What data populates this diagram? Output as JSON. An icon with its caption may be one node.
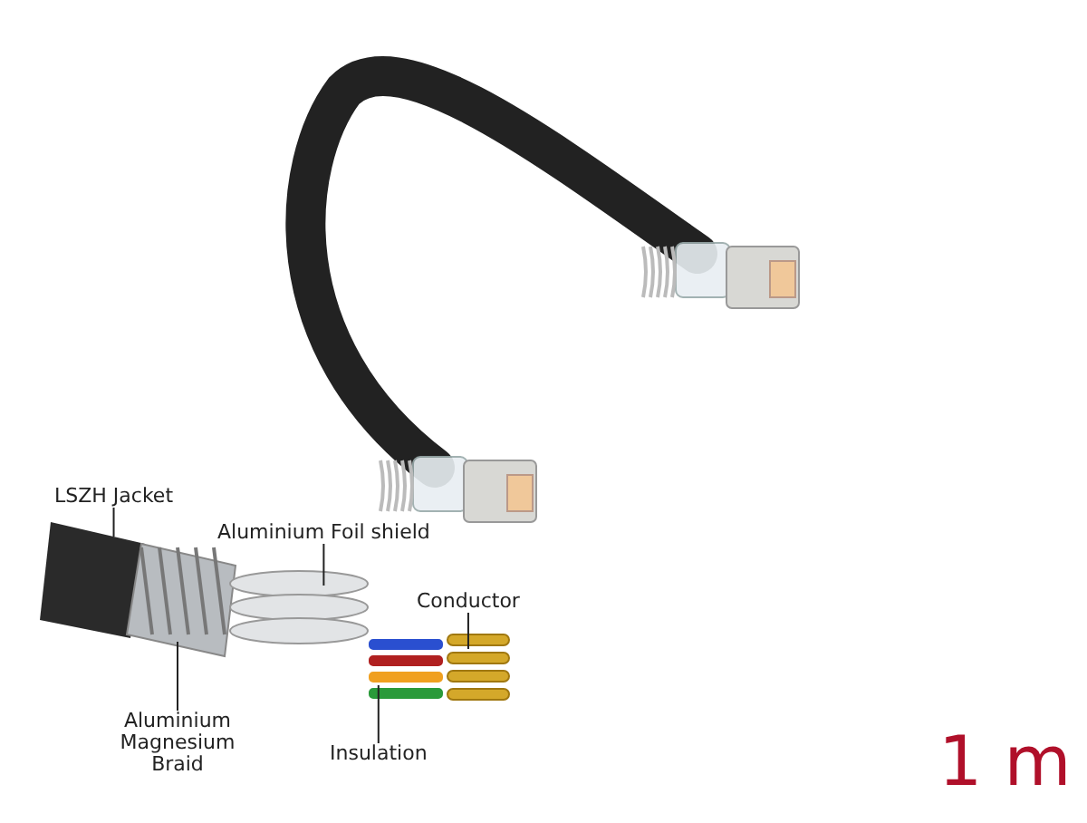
{
  "diagram": {
    "nodes": [
      {
        "text": [
          "LSZH Jacket"
        ]
      },
      {
        "text": [
          "Aluminium Foil shield"
        ]
      },
      {
        "text": [
          "Conductor"
        ]
      },
      {
        "text": [
          "Aluminium Magnesium Braid"
        ]
      },
      {
        "text": [
          "Insulation"
        ]
      },
      {
        "text": [],
        "shape": "picture"
      },
      {
        "text": [],
        "shape": "picture"
      },
      {
        "text": [],
        "shape": "picture"
      },
      {
        "text": [],
        "shape": "picture"
      },
      {
        "text": [],
        "shape": "picture"
      }
    ],
    "edges": [
      {
        "from": 0,
        "to": 5,
        "arrow": "none"
      },
      {
        "from": 1,
        "to": 7,
        "arrow": "none"
      },
      {
        "from": 2,
        "to": 9,
        "arrow": "none"
      },
      {
        "from": 3,
        "to": 6,
        "arrow": "none"
      },
      {
        "from": 4,
        "to": 8,
        "arrow": "none"
      }
    ],
    "labels": [
      "1 m"
    ]
  }
}
